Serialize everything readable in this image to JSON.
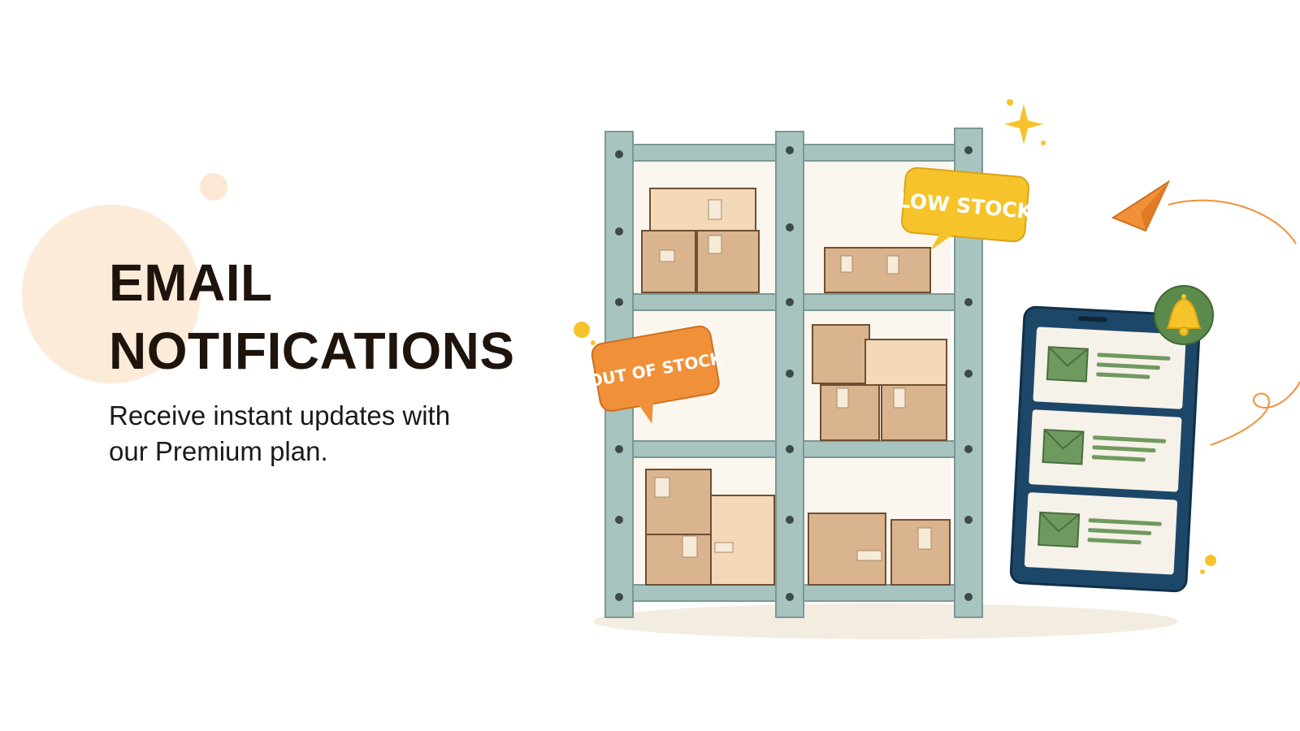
{
  "headline": {
    "line1": "EMAIL",
    "line2": "NOTIFICATIONS"
  },
  "subtitle": {
    "line1": "Receive instant updates with",
    "line2": "our Premium plan."
  },
  "illustration": {
    "low_stock_label": "LOW STOCK",
    "out_of_stock_label": "OUT OF STOCK"
  },
  "colors": {
    "headline": "#1e140c",
    "shelf": "#a8c4c0",
    "box": "#d9b48e",
    "low_stock_tag": "#f6c42a",
    "out_of_stock_tag": "#f0913a",
    "tablet": "#1d4769",
    "envelope": "#6f9a5f",
    "bell_badge": "#5b8a4c"
  }
}
